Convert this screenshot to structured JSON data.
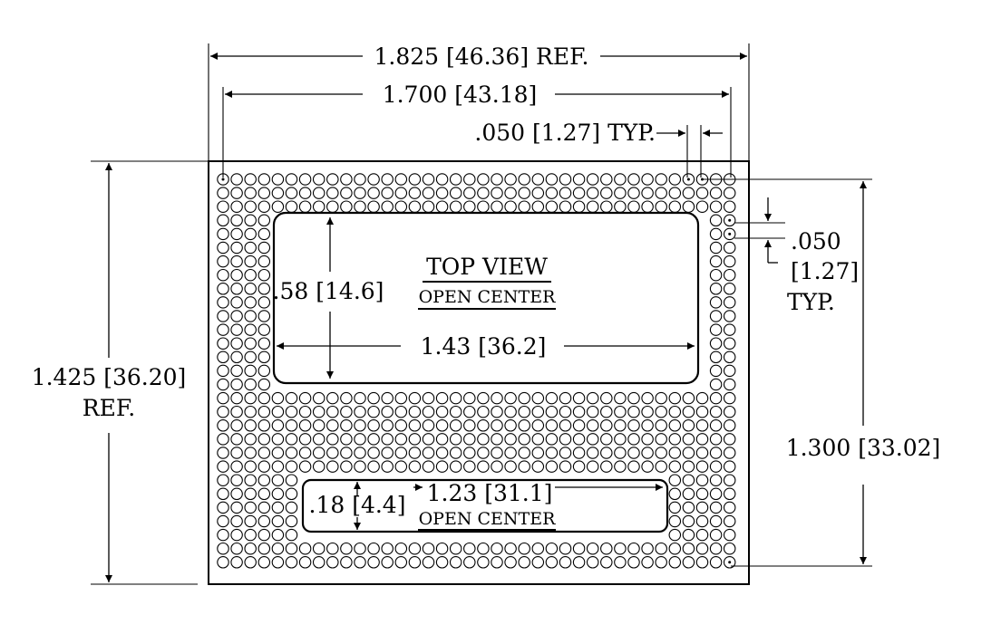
{
  "labels": {
    "overall_width": "1.825 [46.36] REF.",
    "pitch_width": "1.700 [43.18]",
    "pitch_x": ".050 [1.27] TYP.",
    "pitch_y_1": ".050",
    "pitch_y_2": "[1.27]",
    "pitch_y_3": "TYP.",
    "overall_height_1": "1.425 [36.20]",
    "overall_height_2": "REF.",
    "pitch_height": "1.300 [33.02]",
    "top_view": "TOP VIEW",
    "open_center_top": "OPEN CENTER",
    "top_cut_height": ".58 [14.6]",
    "top_cut_width": "1.43 [36.2]",
    "bottom_cut_height": ".18 [4.4]",
    "bottom_cut_width": "1.23 [31.1]",
    "open_center_bottom": "OPEN CENTER"
  }
}
